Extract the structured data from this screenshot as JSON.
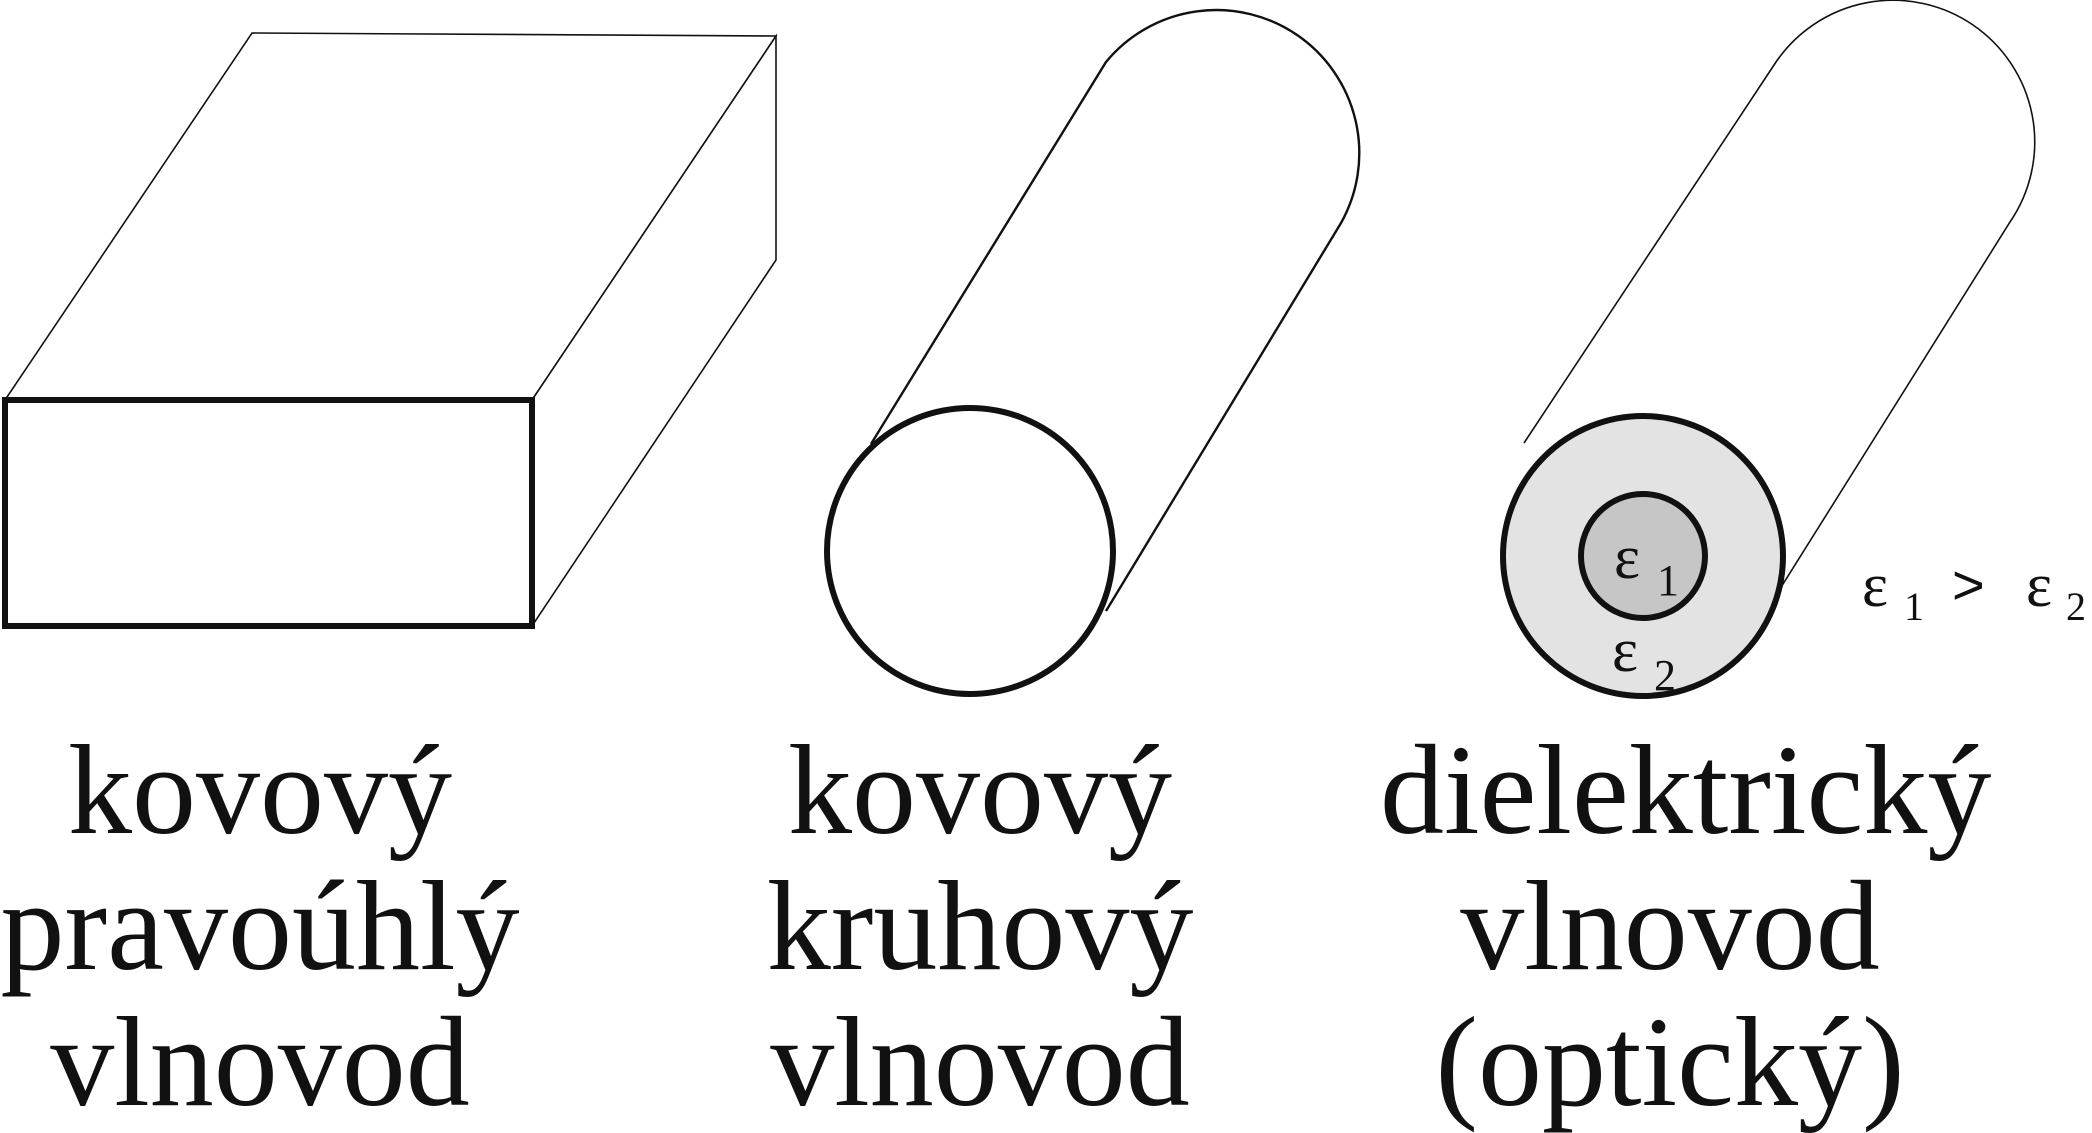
{
  "waveguides": [
    {
      "lines": [
        "kovový",
        "pravoúhlý",
        "vlnovod"
      ]
    },
    {
      "lines": [
        "kovový",
        "kruhový",
        "vlnovod"
      ]
    },
    {
      "lines": [
        "dielektrický",
        "vlnovod",
        "(optický)"
      ]
    }
  ],
  "optical": {
    "core_symbol": "ε",
    "core_subscript": "1",
    "cladding_symbol": "ε",
    "cladding_subscript": "2",
    "relation": {
      "left_symbol": "ε",
      "left_subscript": "1",
      "operator": ">",
      "right_symbol": "ε",
      "right_subscript": "2"
    }
  },
  "colors": {
    "stroke": "#111111",
    "cladding_fill": "#e3e3e3",
    "core_fill": "#c6c6c6"
  }
}
